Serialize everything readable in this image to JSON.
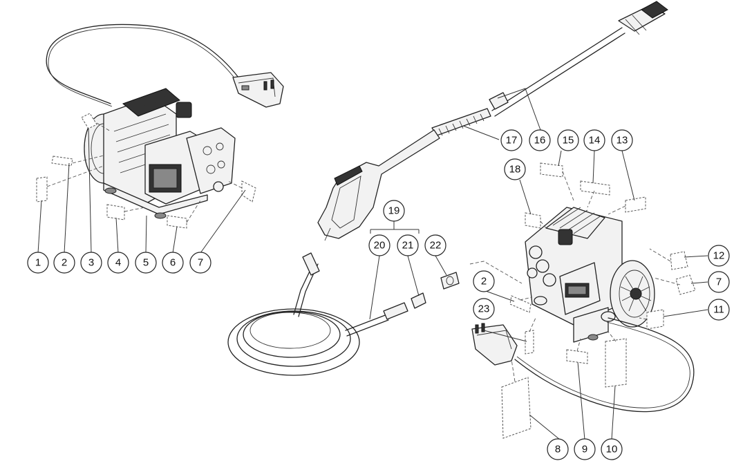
{
  "callouts": {
    "c1": "1",
    "c2": "2",
    "c3": "3",
    "c4": "4",
    "c5": "5",
    "c6": "6",
    "c7": "7",
    "c8": "8",
    "c9": "9",
    "c10": "10",
    "c11": "11",
    "c12": "12",
    "c13": "13",
    "c14": "14",
    "c15": "15",
    "c16": "16",
    "c17": "17",
    "c18": "18",
    "c19": "19",
    "c20": "20",
    "c21": "21",
    "c22": "22",
    "c23": "23",
    "c2b": "2",
    "c7b": "7"
  },
  "icons": [
    "power-plug-icon",
    "motor-icon",
    "pump-icon",
    "spray-gun-icon",
    "hose-icon",
    "wand-icon",
    "nozzle-icon",
    "fitting-icon",
    "label-sheet-icon"
  ]
}
